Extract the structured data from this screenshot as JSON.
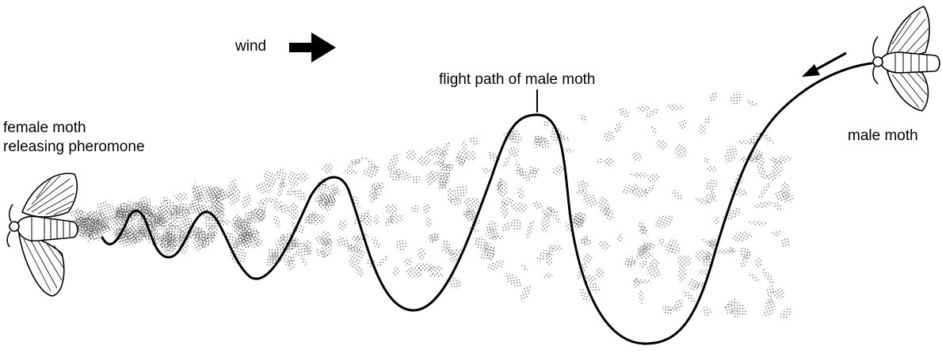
{
  "labels": {
    "wind": "wind",
    "female_line1": "female moth",
    "female_line2": "releasing pheromone",
    "flight_path": "flight path of male moth",
    "male": "male moth"
  },
  "icons": {
    "wind_arrow": "wind-arrow-icon",
    "approach_arrow": "approach-arrow-icon",
    "female_moth": "moth-illustration",
    "male_moth": "moth-illustration"
  },
  "colors": {
    "ink": "#000000",
    "stipple": "#555555",
    "background": "#ffffff"
  }
}
